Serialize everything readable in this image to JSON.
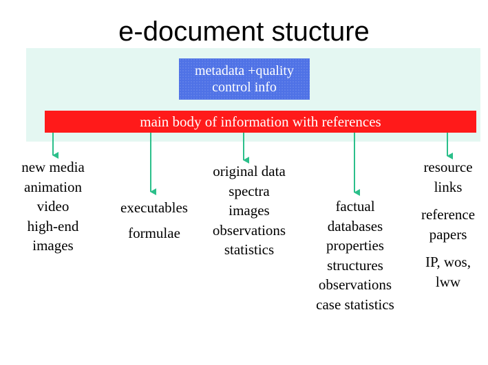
{
  "title": "e-document stucture",
  "metadata_box": {
    "line1": "metadata +quality",
    "line2": "control info"
  },
  "main_body": "main body of information with  references",
  "columns": [
    {
      "items": [
        "new media",
        "animation",
        "video",
        "high-end",
        "images"
      ]
    },
    {
      "items": [
        "executables",
        "formulae"
      ]
    },
    {
      "items": [
        "original  data",
        "spectra",
        "images",
        "observations",
        "statistics"
      ]
    },
    {
      "items": [
        "factual",
        "databases",
        "properties",
        "structures",
        "observations",
        "case statistics"
      ]
    },
    {
      "items": [
        "resource",
        "links",
        "reference",
        "papers",
        "IP, wos,",
        "lww"
      ]
    }
  ],
  "colors": {
    "band": "#e4f7f2",
    "metadata": "#4f72e6",
    "main": "#ff1a1a",
    "arrow": "#2bbf8a"
  }
}
